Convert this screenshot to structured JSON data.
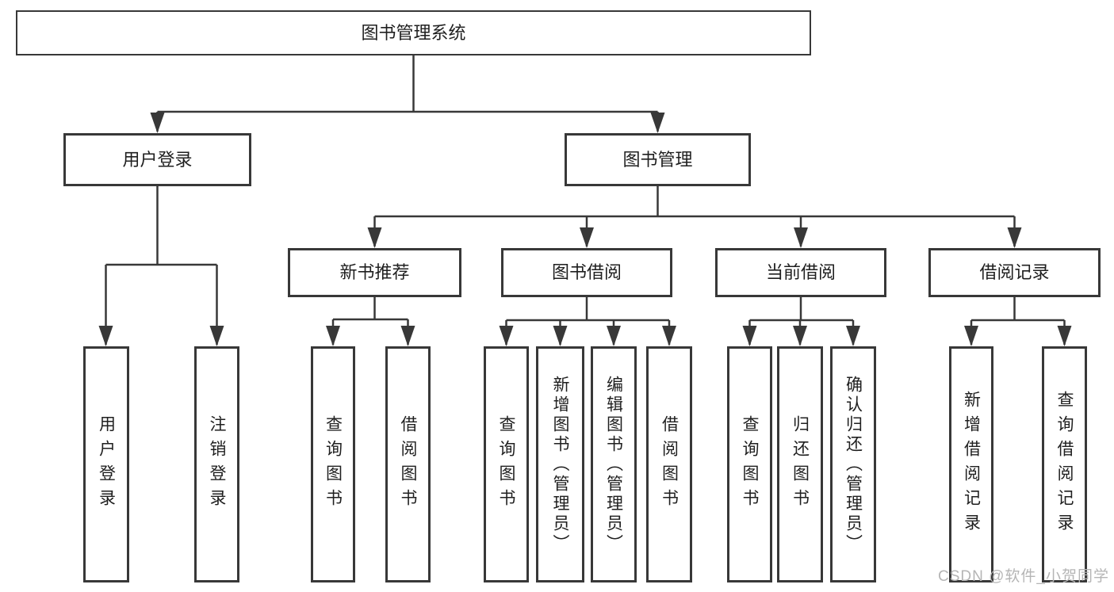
{
  "root_label": "图书管理系统",
  "login": {
    "label": "用户登录",
    "children": [
      "用户登录",
      "注销登录"
    ]
  },
  "management": {
    "label": "图书管理"
  },
  "sections": [
    {
      "label": "新书推荐",
      "children": [
        "查询图书",
        "借阅图书"
      ]
    },
    {
      "label": "图书借阅",
      "children": [
        "查询图书",
        "新增图书（管理员）",
        "编辑图书（管理员）",
        "借阅图书"
      ]
    },
    {
      "label": "当前借阅",
      "children": [
        "查询图书",
        "归还图书",
        "确认归还（管理员）"
      ]
    },
    {
      "label": "借阅记录",
      "children": [
        "新增借阅记录",
        "查询借阅记录"
      ]
    }
  ],
  "watermark": "CSDN @软件_小贺同学",
  "colors": {
    "line": "#383838",
    "box_border": "#383838",
    "text": "#1f1f1f",
    "watermark": "#b5b5b5",
    "background": "#ffffff"
  }
}
